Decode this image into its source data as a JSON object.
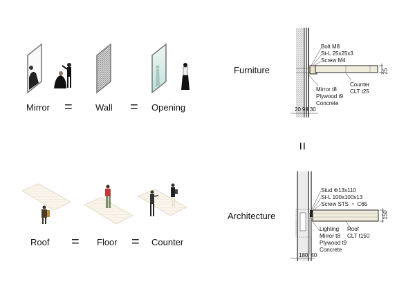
{
  "top_row": {
    "items": [
      {
        "label": "Mirror",
        "icon": "mirror-panel-with-hairdresser"
      },
      {
        "label": "Wall",
        "icon": "textured-wall-panel"
      },
      {
        "label": "Opening",
        "icon": "glass-opening-panel-with-person"
      }
    ],
    "separator": "="
  },
  "bottom_row": {
    "items": [
      {
        "label": "Roof",
        "icon": "roof-plane-with-person-below"
      },
      {
        "label": "Floor",
        "icon": "floor-plane-with-person-standing"
      },
      {
        "label": "Counter",
        "icon": "counter-plane-with-people"
      }
    ],
    "separator": "="
  },
  "middle_equals": "=",
  "furniture_detail": {
    "title": "Furniture",
    "callouts_top": [
      "Bolt M8",
      "St-L 25x25x3",
      "Screw M4"
    ],
    "callouts_left": [
      "Mirror t8",
      "Plywood t9",
      "Concrete"
    ],
    "callouts_right": [
      "Counter",
      "CLT t25"
    ],
    "dimension_thickness": "25",
    "dimensions_bottom": [
      "20",
      "98",
      "30"
    ]
  },
  "architecture_detail": {
    "title": "Architecture",
    "callouts_top": [
      "Stud Φ13x110",
      "St-L 100x100x13",
      "Screw STS ・ C65"
    ],
    "callouts_left": [
      "Lighting",
      "Mirror t8",
      "Plywood t9",
      "Concrete"
    ],
    "callouts_right": [
      "Roof",
      "CLT t150"
    ],
    "dimension_thickness": "150",
    "dimensions_bottom": [
      "180",
      "40"
    ]
  },
  "colors": {
    "clt": "#f1ecdc",
    "concrete_hatch": "#d9d9d9",
    "line": "#1a1a1a",
    "plane_grid": "#e8dcc8",
    "glass": "#cfe9e4"
  }
}
